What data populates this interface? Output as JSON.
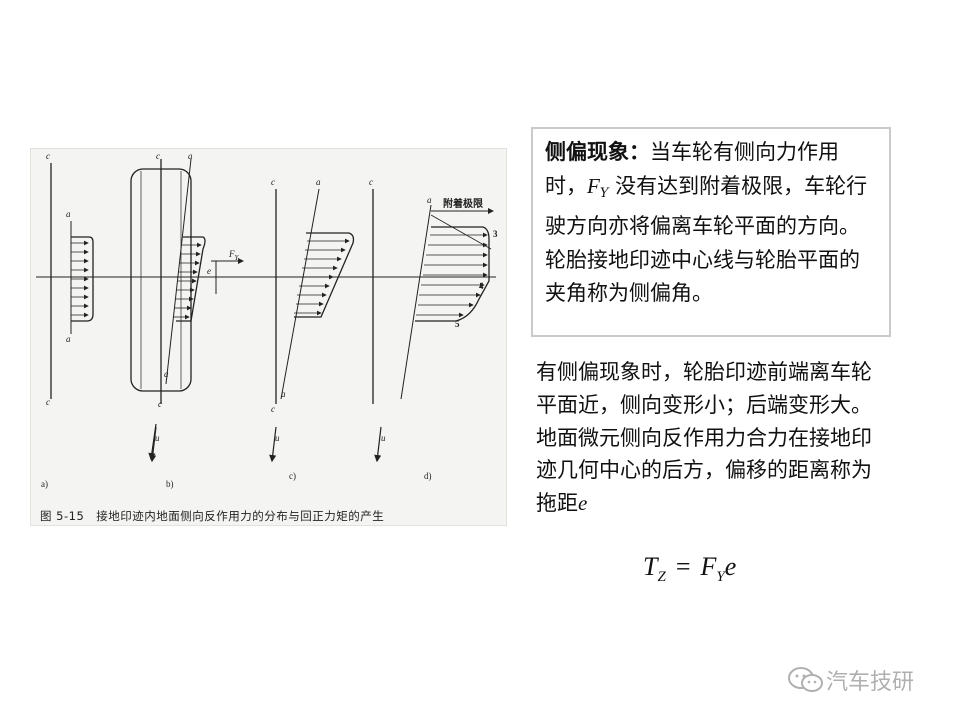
{
  "figure": {
    "caption": "图 5-15　接地印迹内地面侧向反作用力的分布与回正力矩的产生",
    "panel_labels": [
      "a)",
      "b)",
      "c)",
      "d)"
    ],
    "line_labels": {
      "c": "c",
      "a": "a",
      "u": "u"
    },
    "force_label": "F",
    "force_sub": "Y",
    "offset_label": "e",
    "limit_label": "附着极限",
    "numbers": [
      "3",
      "4",
      "5"
    ]
  },
  "definition": {
    "title": "侧偏现象：",
    "text_1": "当车轮有侧向力作用时，",
    "symbol": "F",
    "symbol_sub": "Y",
    "text_2": " 没有达到附着极限，车轮行驶方向亦将偏离车轮平面的方向。轮胎接地印迹中心线与轮胎平面的夹角称为侧偏角。"
  },
  "paragraph": {
    "text": "有侧偏现象时，轮胎印迹前端离车轮平面近，侧向变形小；后端变形大。地面微元侧向反作用力合力在接地印迹几何中心的后方，偏移的距离称为拖距",
    "symbol": "e"
  },
  "formula": {
    "lhs": "T",
    "lhs_sub": "Z",
    "eq": "=",
    "rhs": "F",
    "rhs_sub": "Y",
    "rhs_tail": "e"
  },
  "watermark": {
    "text": "汽车技研"
  }
}
